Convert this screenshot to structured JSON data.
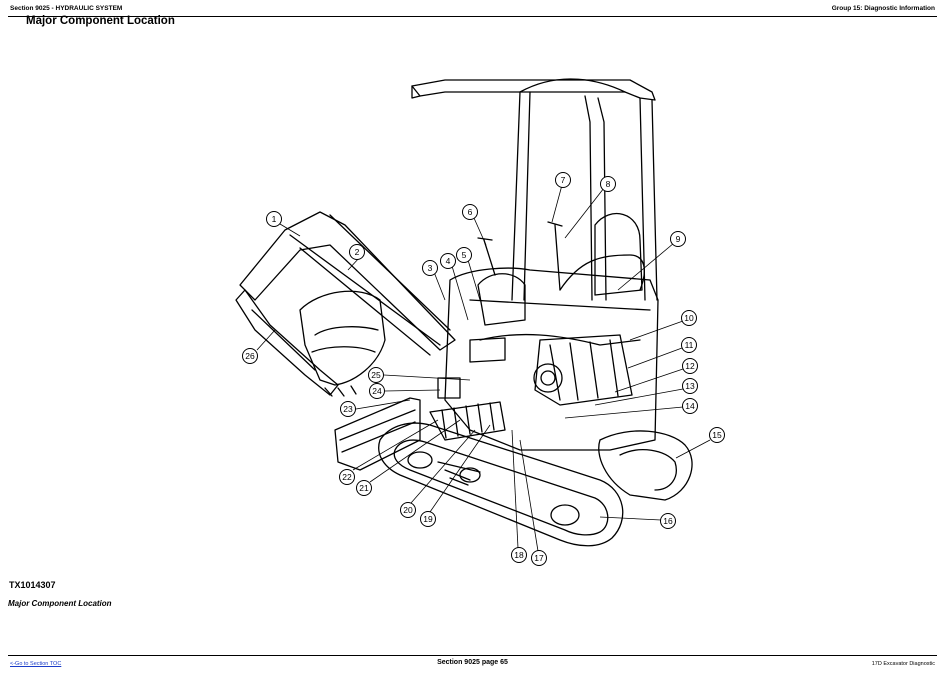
{
  "header": {
    "section": "Section 9025 - HYDRAULIC SYSTEM",
    "group": "Group 15: Diagnostic Information"
  },
  "title": "Major Component Location",
  "figure": {
    "id": "TX1014307",
    "caption": "Major Component Location",
    "callouts": [
      "1",
      "2",
      "3",
      "4",
      "5",
      "6",
      "7",
      "8",
      "9",
      "10",
      "11",
      "12",
      "13",
      "14",
      "15",
      "16",
      "17",
      "18",
      "19",
      "20",
      "21",
      "22",
      "23",
      "24",
      "25",
      "26"
    ]
  },
  "footer": {
    "toc_link": "<-Go to Section TOC",
    "page": "Section 9025 page 65",
    "manual": "17D Excavator Diagnostic"
  }
}
